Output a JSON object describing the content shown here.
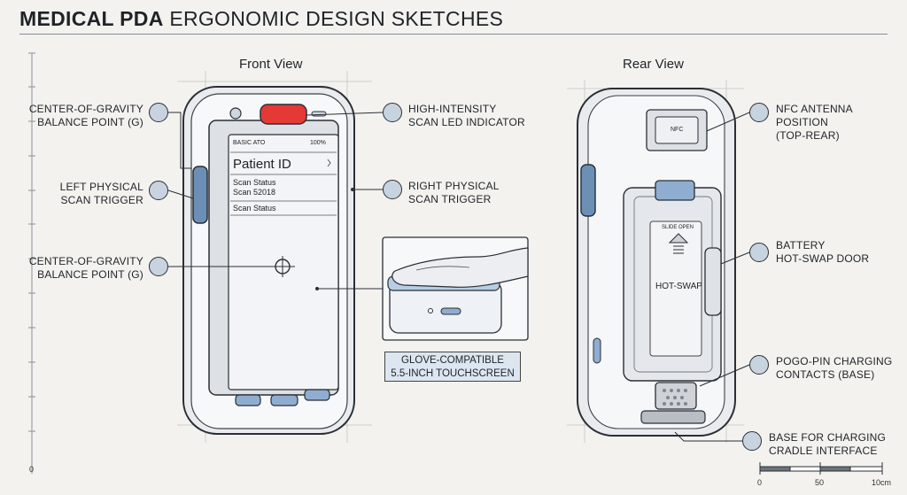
{
  "title": {
    "bold": "MEDICAL PDA",
    "light": "ERGONOMIC DESIGN SKETCHES"
  },
  "views": {
    "front": "Front View",
    "rear": "Rear View"
  },
  "front_labels": {
    "cog_top": [
      "CENTER-OF-GRAVITY",
      "BALANCE POINT (G)"
    ],
    "left_trigger": [
      "LEFT PHYSICAL",
      "SCAN TRIGGER"
    ],
    "cog_mid": [
      "CENTER-OF-GRAVITY",
      "BALANCE POINT (G)"
    ],
    "scan_led": [
      "HIGH-INTENSITY",
      "SCAN LED INDICATOR"
    ],
    "right_trigger": [
      "RIGHT PHYSICAL",
      "SCAN TRIGGER"
    ]
  },
  "screen": {
    "status_left": "BASIC ATO",
    "status_right": "100%",
    "patient": "Patient ID",
    "line1": "Scan Status",
    "line2": "Scan 52018",
    "line3": "Scan Status"
  },
  "glove_box": [
    "GLOVE-COMPATIBLE",
    "5.5-INCH TOUCHSCREEN"
  ],
  "rear_labels": {
    "nfc": [
      "NFC ANTENNA",
      "POSITION",
      "(TOP-REAR)"
    ],
    "battery": [
      "BATTERY",
      "HOT-SWAP DOOR"
    ],
    "pogo": [
      "POGO-PIN CHARGING",
      "CONTACTS (BASE)"
    ],
    "base": [
      "BASE FOR CHARGING",
      "CRADLE INTERFACE"
    ]
  },
  "rear_device": {
    "nfc_tag": "NFC",
    "slide": "SLIDE OPEN",
    "hot_swap": "HOT-SWAP"
  },
  "scale": {
    "left_zero": "0",
    "ticks": [
      "0",
      "50",
      "10cm"
    ]
  }
}
